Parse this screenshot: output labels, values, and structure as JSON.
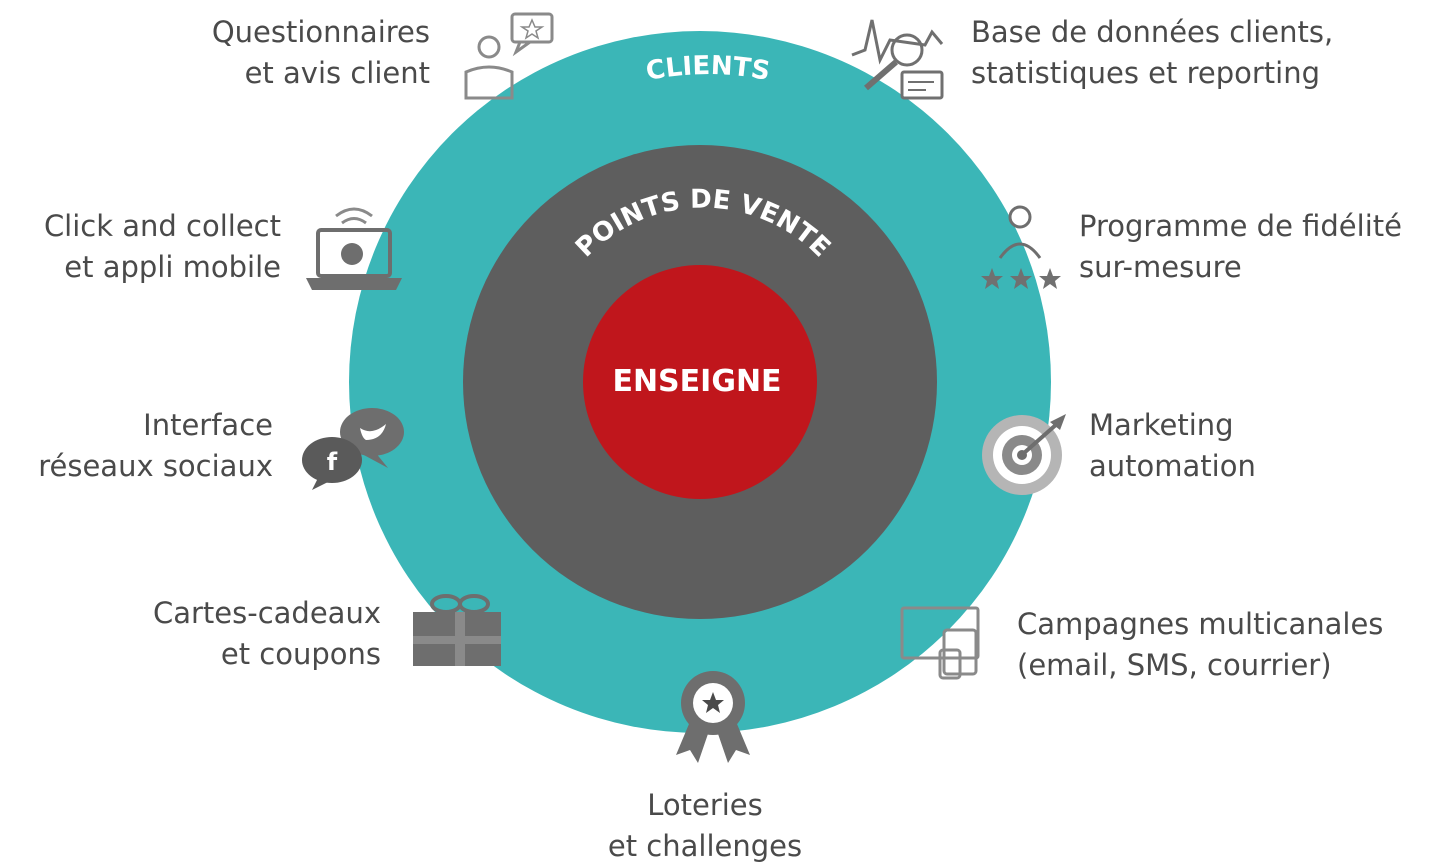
{
  "center": {
    "inner_label": "ENSEIGNE",
    "middle_label": "POINTS DE VENTE",
    "outer_label": "CLIENTS"
  },
  "colors": {
    "outer_ring": "#3bb6b7",
    "middle_ring": "#5e5e5e",
    "inner_circle": "#c0161c",
    "icon": "#6e6e6e",
    "text": "#4a4a4a"
  },
  "items": {
    "questionnaires": {
      "line1": "Questionnaires",
      "line2": "et avis client",
      "icon": "customer-feedback-icon"
    },
    "base_donnees": {
      "line1": "Base de données clients,",
      "line2": "statistiques et reporting",
      "icon": "analytics-magnifier-icon"
    },
    "click_collect": {
      "line1": "Click and collect",
      "line2": "et appli mobile",
      "icon": "laptop-wifi-icon"
    },
    "programme": {
      "line1": "Programme de fidélité",
      "line2": "sur-mesure",
      "icon": "user-stars-icon"
    },
    "interface": {
      "line1": "Interface",
      "line2": "réseaux sociaux",
      "icon": "social-bubbles-icon"
    },
    "marketing": {
      "line1": "Marketing",
      "line2": "automation",
      "icon": "target-icon"
    },
    "cartes": {
      "line1": "Cartes-cadeaux",
      "line2": "et coupons",
      "icon": "gift-icon"
    },
    "campagnes": {
      "line1": "Campagnes multicanales",
      "line2": "(email, SMS, courrier)",
      "icon": "devices-icon"
    },
    "loteries": {
      "line1": "Loteries",
      "line2": "et challenges",
      "icon": "award-badge-icon"
    }
  }
}
